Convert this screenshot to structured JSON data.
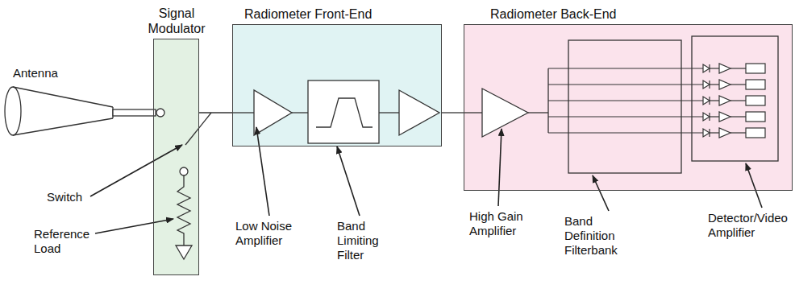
{
  "diagram": {
    "nodes": [
      {
        "text": [
          "Signal Modulator"
        ]
      },
      {
        "text": [
          "Radiometer Front-End"
        ]
      },
      {
        "text": [
          "Radiometer Back-End"
        ]
      }
    ],
    "edges": [
      {
        "from": 0,
        "to": 1,
        "arrow": "none"
      },
      {
        "from": 1,
        "to": 2,
        "arrow": "none"
      }
    ],
    "labels": [
      "Antenna",
      "Switch",
      "Reference Load",
      "Low Noise Amplifier",
      "Band Limiting Filter",
      "High Gain Amplifier",
      "Band Definition Filterbank",
      "Detector/Video Amplifier"
    ]
  }
}
